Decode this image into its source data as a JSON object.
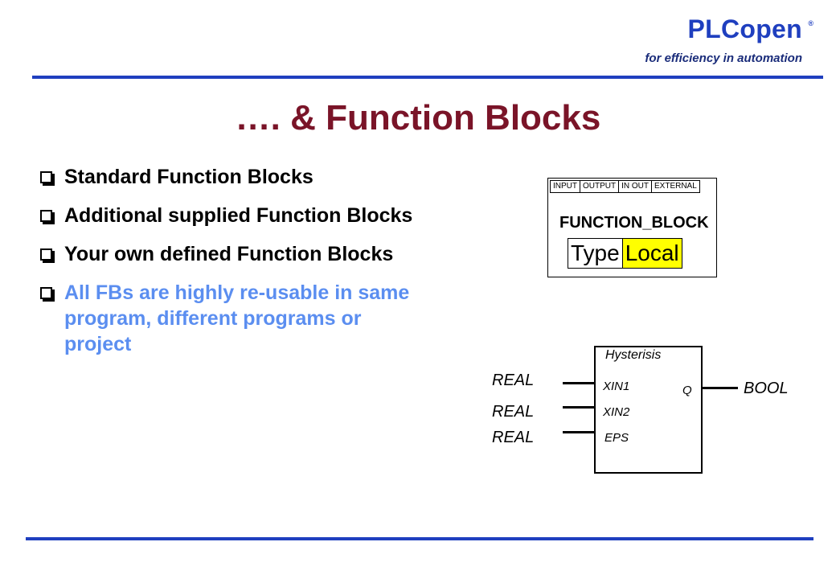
{
  "brand": {
    "name": "PLCopen",
    "registered": "®",
    "tagline": "for efficiency in automation"
  },
  "slide": {
    "title": "…. &   Function Blocks"
  },
  "bullets": [
    {
      "text": "Standard Function Blocks"
    },
    {
      "text": "Additional supplied Function Blocks"
    },
    {
      "text": "Your own defined Function Blocks"
    },
    {
      "text": "All FBs are highly re-usable in same program, different programs or project",
      "highlight": true
    }
  ],
  "fb_declaration": {
    "tabs": [
      "INPUT",
      "OUTPUT",
      "IN OUT",
      "EXTERNAL"
    ],
    "keyword": "FUNCTION_BLOCK",
    "type_label": "Type",
    "local_label": "Local",
    "local_color": "#ffff00"
  },
  "hysteresis_block": {
    "name": "Hysterisis",
    "inputs": [
      {
        "pin": "XIN1",
        "type": "REAL"
      },
      {
        "pin": "XIN2",
        "type": "REAL"
      },
      {
        "pin": "EPS",
        "type": "REAL"
      }
    ],
    "output": {
      "pin": "Q",
      "type": "BOOL"
    }
  },
  "colors": {
    "brand_blue": "#1f3fbf",
    "title_maroon": "#7a1428",
    "highlight_blue": "#5b8ef0"
  }
}
